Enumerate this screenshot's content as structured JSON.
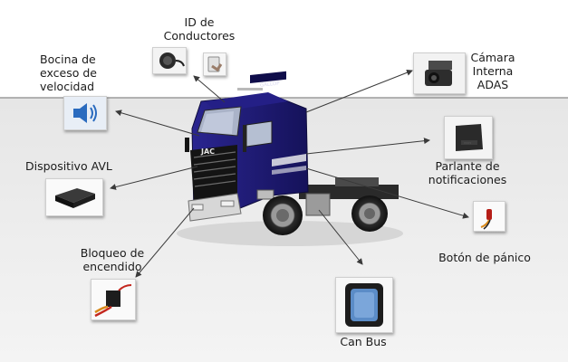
{
  "labels": {
    "driver_id": "ID de\nConductores",
    "speed_horn": "Bocina de\nexceso de\nvelocidad",
    "avl_device": "Dispositivo AVL",
    "ignition_block": "Bloqueo de\nencendido",
    "interior_camera": "Cámara\nInterna\nADAS",
    "notification_speaker": "Parlante de\nnotificaciones",
    "panic_button": "Botón de pánico",
    "can_bus": "Can Bus"
  },
  "truck": {
    "grille_text": "JAC",
    "visor_text": "GALLOP"
  },
  "colors": {
    "truck_body": "#1e1a78",
    "background_top": "#ffffff",
    "background_floor": "#e9e9e9",
    "horizon_line": "#8a8a8a",
    "connector": "#3a3a3a",
    "speaker_icon": "#2a6bbf"
  }
}
